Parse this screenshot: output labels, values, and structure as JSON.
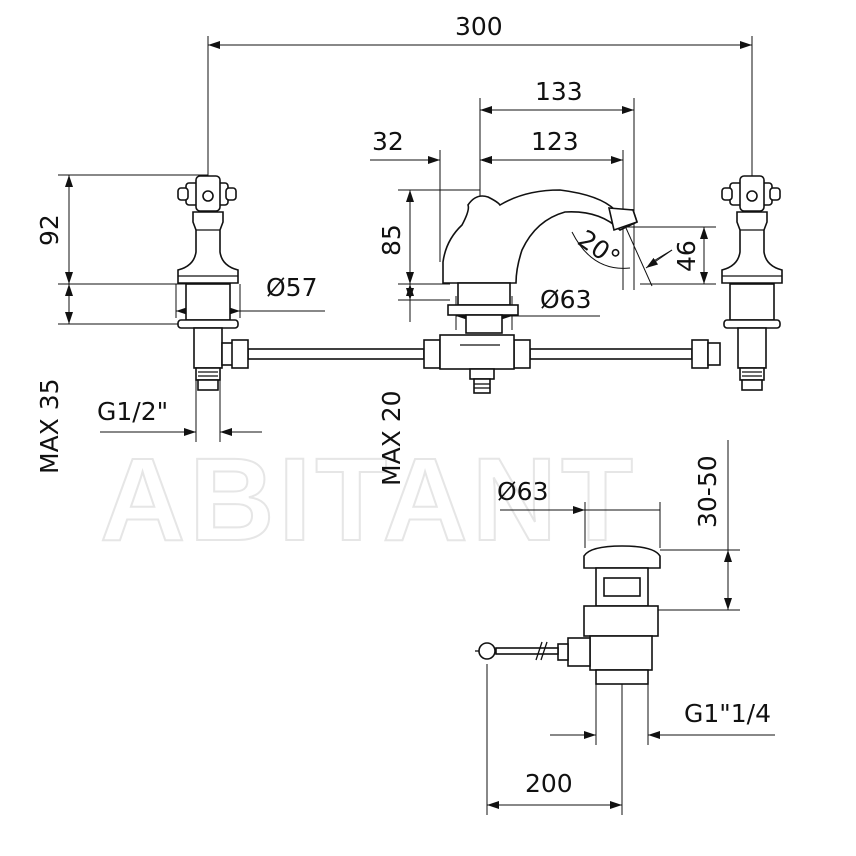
{
  "watermark": "ABITANT",
  "dimensions": {
    "overall_width": "300",
    "spout_reach": "133",
    "spout_reach_inner": "123",
    "spout_offset": "32",
    "handle_height": "92",
    "spout_height": "85",
    "outlet_height": "46",
    "spout_angle": "20°",
    "handle_base_diameter": "Ø57",
    "spout_base_diameter": "Ø63",
    "deck_thickness_handles": "MAX 35",
    "deck_thickness_spout": "MAX 20",
    "inlet_thread": "G1/2\"",
    "waste_cap_diameter": "Ø63",
    "waste_deck_range": "30-50",
    "waste_thread": "G1\"1/4",
    "pop_up_rod_length": "200"
  }
}
